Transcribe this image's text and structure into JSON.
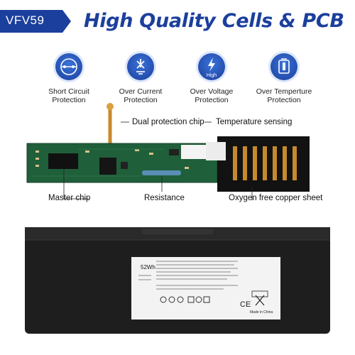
{
  "header": {
    "model_tag": "VFV59",
    "headline": "High Quality Cells & PCB"
  },
  "features": [
    {
      "icon": "short-circuit-icon",
      "line1": "Short Circuit",
      "line2": "Protection"
    },
    {
      "icon": "over-current-icon",
      "line1": "Over Current",
      "line2": "Protection"
    },
    {
      "icon": "over-voltage-icon",
      "line1": "Over Voltage",
      "line2": "Protection",
      "badge": "High"
    },
    {
      "icon": "over-temperature-icon",
      "line1": "Over Temperture",
      "line2": "Protection"
    }
  ],
  "pcb_labels": {
    "dual_chip": "Dual protection chip",
    "temperature": "Temperature sensing",
    "master_chip": "Master chip",
    "resistance": "Resistance",
    "copper": "Oxygen free copper sheet"
  },
  "battery": {
    "capacity": "52Wh",
    "made_in": "Made in China"
  },
  "colors": {
    "brand_blue": "#1b3f9c",
    "pcb_green": "#1f5f3a",
    "battery_black": "#1e1e1e"
  }
}
